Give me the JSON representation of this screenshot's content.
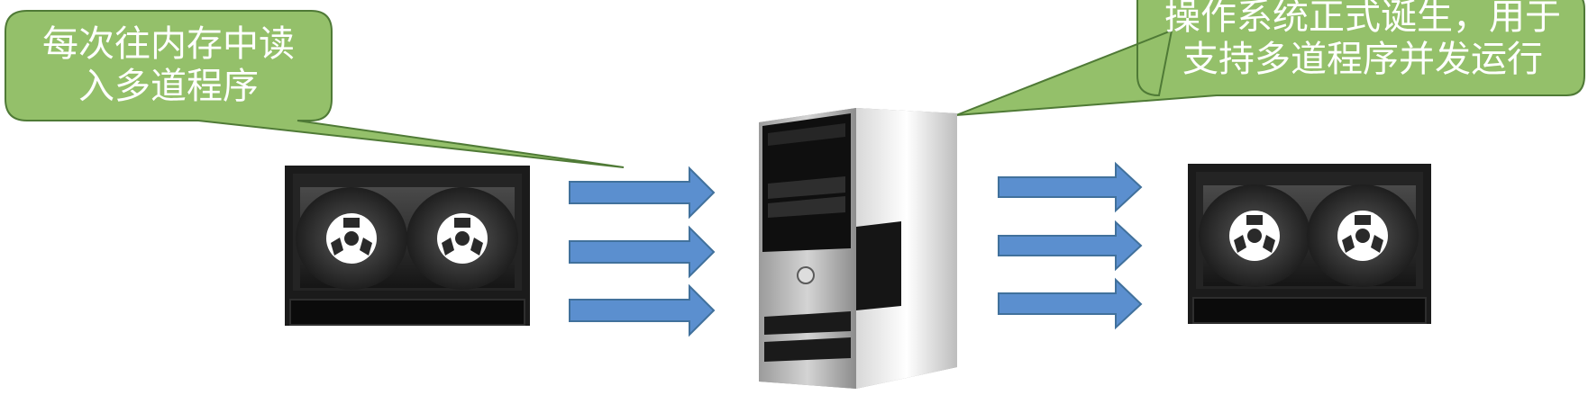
{
  "callouts": {
    "left": {
      "line1": "每次往内存中读",
      "line2": "入多道程序"
    },
    "right": {
      "line1": "操作系统正式诞生，用于",
      "line2": "支持多道程序并发运行"
    }
  },
  "icons": {
    "input_device": "tape-drive-icon",
    "computer": "tower-computer-icon",
    "output_device": "tape-drive-icon",
    "arrow": "right-arrow-icon"
  },
  "colors": {
    "callout_fill": "#94c06a",
    "callout_border": "#4f7a36",
    "arrow_fill": "#5b8fcf",
    "arrow_border": "#41719c",
    "device_body": "#1b1b1b"
  }
}
